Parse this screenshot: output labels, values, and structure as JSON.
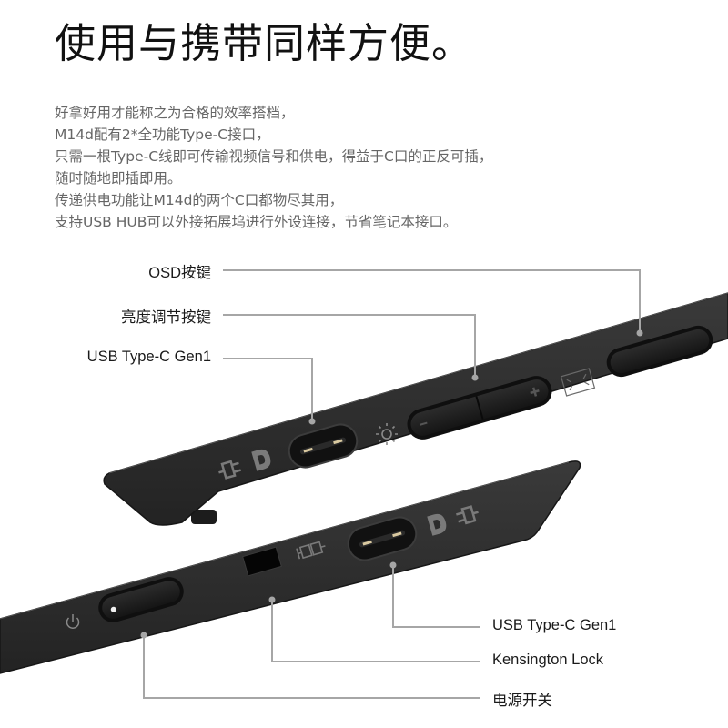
{
  "header": {
    "title": "使用与携带同样方便。"
  },
  "description": {
    "lines": [
      "好拿好用才能称之为合格的效率搭档，",
      "M14d配有2*全功能Type-C接口，",
      "只需一根Type-C线即可传输视频信号和供电，得益于C口的正反可插，",
      "随时随地即插即用。",
      "传递供电功能让M14d的两个C口都物尽其用，",
      "支持USB HUB可以外接拓展坞进行外设连接，节省笔记本接口。"
    ]
  },
  "callouts": {
    "top": [
      {
        "label": "OSD按键"
      },
      {
        "label": "亮度调节按键"
      },
      {
        "label": "USB Type-C Gen1"
      }
    ],
    "bottom": [
      {
        "label": "USB Type-C Gen1"
      },
      {
        "label": "Kensington Lock"
      },
      {
        "label": "电源开关"
      }
    ]
  },
  "icons": {
    "top_bar": [
      "power-plug-icon",
      "displayport-icon",
      "brightness-sun-icon",
      "minus-icon",
      "plus-icon",
      "fullscreen-frame-icon"
    ],
    "bottom_bar": [
      "power-icon",
      "kensington-lock-icon",
      "displayport-icon",
      "power-plug-icon"
    ]
  },
  "colors": {
    "title": "#111111",
    "description": "#666666",
    "leader_line": "#a6a6a6",
    "device_body": "#2b2b2b",
    "device_edge": "#1a1a1a",
    "icon_gray": "#7a7a7a"
  }
}
